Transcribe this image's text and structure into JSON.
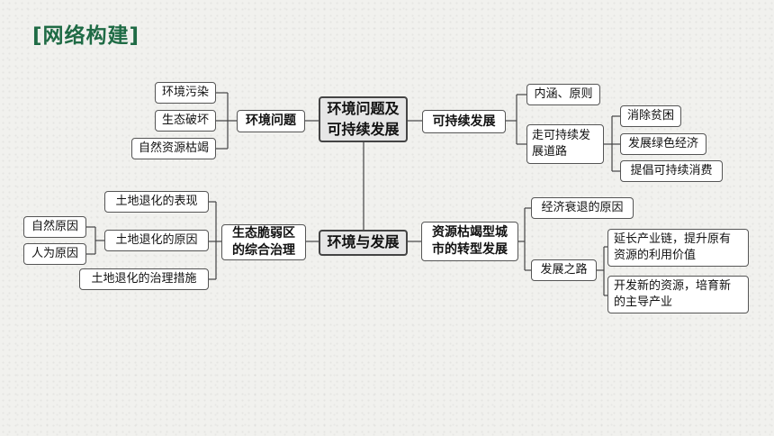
{
  "title": "[网络构建]",
  "nodes": {
    "center_top": [
      "环境问题及",
      "可持续发展"
    ],
    "center_bottom": "环境与发展",
    "env_problem": "环境问题",
    "pollution": "环境污染",
    "damage": "生态破坏",
    "exhaustion": "自然资源枯竭",
    "sustainable": "可持续发展",
    "connotation": "内涵、原则",
    "road": [
      "走可持续发",
      "展道路"
    ],
    "poverty": "消除贫困",
    "green": "发展绿色经济",
    "consumption": "提倡可持续消费",
    "fragile": [
      "生态脆弱区",
      "的综合治理"
    ],
    "degrade_show": "土地退化的表现",
    "degrade_cause": "土地退化的原因",
    "natural_cause": "自然原因",
    "human_cause": "人为原因",
    "degrade_measure": "土地退化的治理措施",
    "resource_city": [
      "资源枯竭型城",
      "市的转型发展"
    ],
    "decline": "经济衰退的原因",
    "dev_road": "发展之路",
    "extend": [
      "延长产业链，提升原有",
      "资源的利用价值"
    ],
    "new_res": [
      "开发新的资源，培育新",
      "的主导产业"
    ]
  }
}
